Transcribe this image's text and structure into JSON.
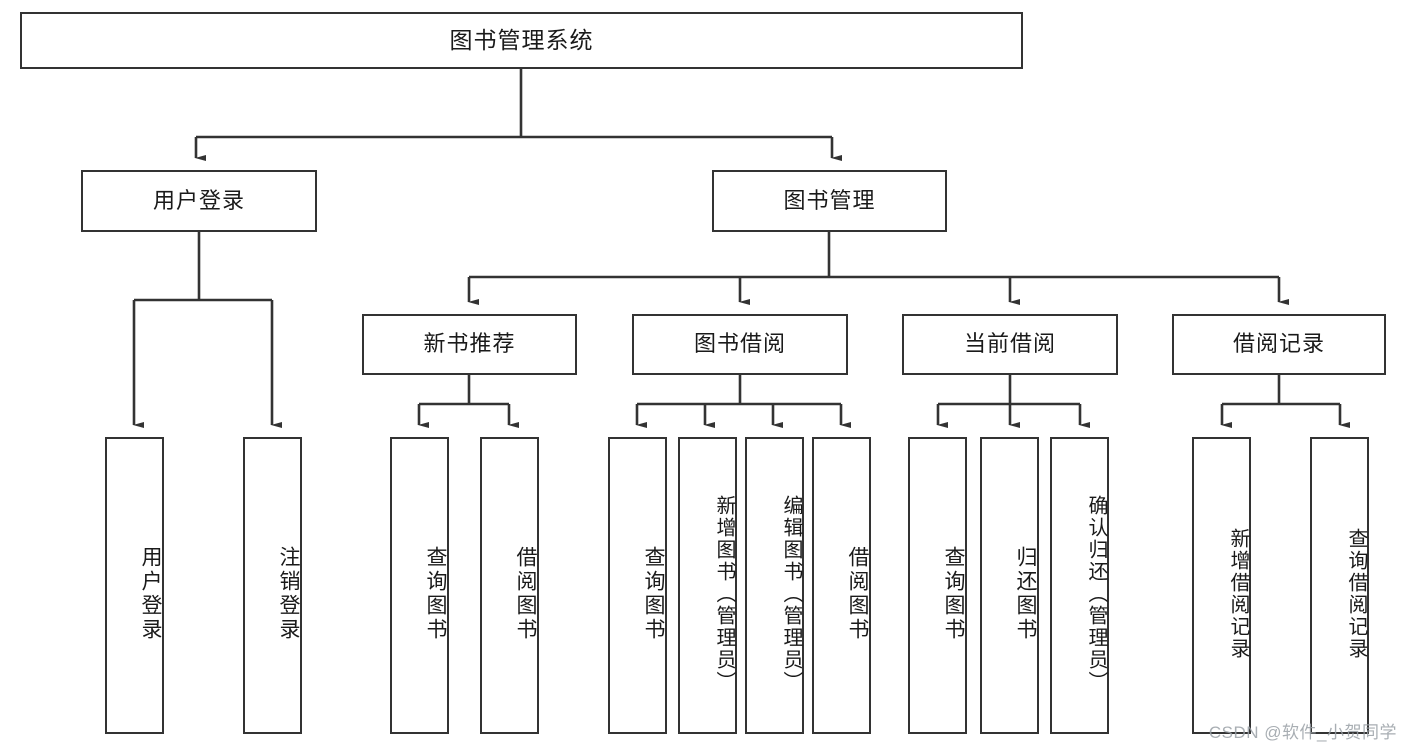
{
  "diagram": {
    "title": "图书管理系统",
    "type": "tree",
    "watermark": "CSDN @软件_小贺同学",
    "colors": {
      "box_border": "#333333",
      "box_fill": "#ffffff",
      "line": "#333333",
      "text": "#1a1a1a",
      "watermark": "#9aa0a6",
      "background": "#ffffff"
    },
    "root": {
      "label": "图书管理系统"
    },
    "level2": [
      {
        "label": "用户登录"
      },
      {
        "label": "图书管理"
      }
    ],
    "level3": [
      {
        "label": "新书推荐"
      },
      {
        "label": "图书借阅"
      },
      {
        "label": "当前借阅"
      },
      {
        "label": "借阅记录"
      }
    ],
    "leaves": {
      "user_login": [
        {
          "label": "用户登录"
        },
        {
          "label": "注销登录"
        }
      ],
      "new_book_recommend": [
        {
          "label": "查询图书"
        },
        {
          "label": "借阅图书"
        }
      ],
      "book_borrow": [
        {
          "label": "查询图书"
        },
        {
          "label": "新增图书（管理员）"
        },
        {
          "label": "编辑图书（管理员）"
        },
        {
          "label": "借阅图书"
        }
      ],
      "current_borrow": [
        {
          "label": "查询图书"
        },
        {
          "label": "归还图书"
        },
        {
          "label": "确认归还（管理员）"
        }
      ],
      "borrow_record": [
        {
          "label": "新增借阅记录"
        },
        {
          "label": "查询借阅记录"
        }
      ]
    }
  }
}
